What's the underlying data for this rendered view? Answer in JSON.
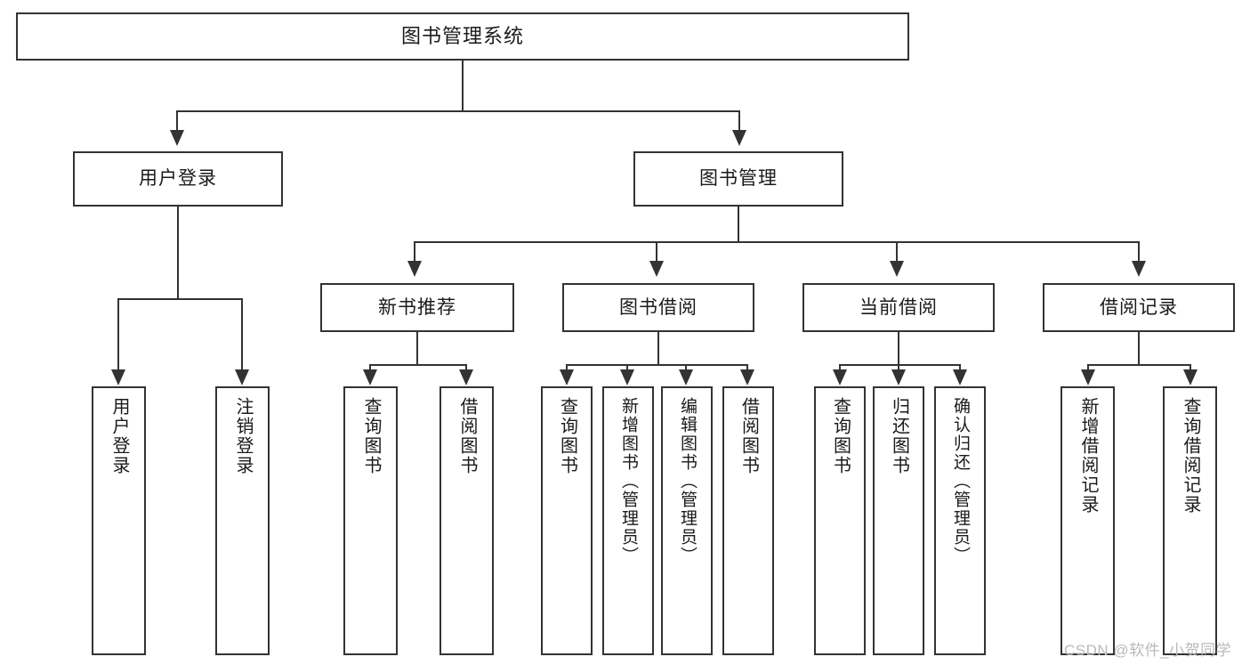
{
  "diagram": {
    "type": "tree-hierarchy-chart",
    "title": "图书管理系统",
    "levels": {
      "level1": [
        {
          "id": "root",
          "label": "图书管理系统"
        }
      ],
      "level2": [
        {
          "id": "user-login",
          "label": "用户登录"
        },
        {
          "id": "book-management",
          "label": "图书管理"
        }
      ],
      "level3": [
        {
          "id": "new-book-recommend",
          "label": "新书推荐"
        },
        {
          "id": "book-borrow",
          "label": "图书借阅"
        },
        {
          "id": "current-borrow",
          "label": "当前借阅"
        },
        {
          "id": "borrow-record",
          "label": "借阅记录"
        }
      ],
      "level4": [
        {
          "id": "leaf-user-login",
          "label": "用户登录",
          "parent": "user-login"
        },
        {
          "id": "leaf-logout-login",
          "label": "注销登录",
          "parent": "user-login"
        },
        {
          "id": "leaf-query-book-1",
          "label": "查询图书",
          "parent": "new-book-recommend"
        },
        {
          "id": "leaf-borrow-book-1",
          "label": "借阅图书",
          "parent": "new-book-recommend"
        },
        {
          "id": "leaf-query-book-2",
          "label": "查询图书",
          "parent": "book-borrow"
        },
        {
          "id": "leaf-add-book",
          "label": "新增图书（管理员）",
          "parent": "book-borrow"
        },
        {
          "id": "leaf-edit-book",
          "label": "编辑图书（管理员）",
          "parent": "book-borrow"
        },
        {
          "id": "leaf-borrow-book-2",
          "label": "借阅图书",
          "parent": "book-borrow"
        },
        {
          "id": "leaf-query-book-3",
          "label": "查询图书",
          "parent": "current-borrow"
        },
        {
          "id": "leaf-return-book",
          "label": "归还图书",
          "parent": "current-borrow"
        },
        {
          "id": "leaf-confirm-return",
          "label": "确认归还（管理员）",
          "parent": "current-borrow"
        },
        {
          "id": "leaf-add-record",
          "label": "新增借阅记录",
          "parent": "borrow-record"
        },
        {
          "id": "leaf-query-record",
          "label": "查询借阅记录",
          "parent": "borrow-record"
        }
      ]
    },
    "watermark": "CSDN @软件_小贺同学",
    "colors": {
      "stroke": "#333333",
      "background": "#ffffff",
      "text": "#1a1a1a",
      "watermark": "#b9b9b9"
    }
  }
}
